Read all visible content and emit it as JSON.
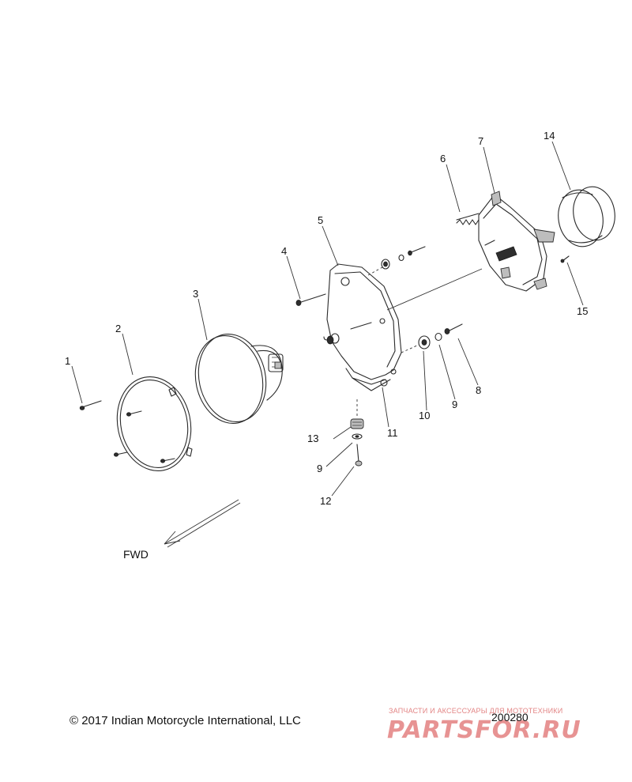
{
  "diagram": {
    "callouts": [
      {
        "id": "1",
        "label": "1"
      },
      {
        "id": "2",
        "label": "2"
      },
      {
        "id": "3",
        "label": "3"
      },
      {
        "id": "4",
        "label": "4"
      },
      {
        "id": "5",
        "label": "5"
      },
      {
        "id": "6",
        "label": "6"
      },
      {
        "id": "7",
        "label": "7"
      },
      {
        "id": "8",
        "label": "8"
      },
      {
        "id": "9a",
        "label": "9"
      },
      {
        "id": "9b",
        "label": "9"
      },
      {
        "id": "10",
        "label": "10"
      },
      {
        "id": "11",
        "label": "11"
      },
      {
        "id": "12",
        "label": "12"
      },
      {
        "id": "13",
        "label": "13"
      },
      {
        "id": "14",
        "label": "14"
      },
      {
        "id": "15",
        "label": "15"
      }
    ],
    "direction_label": "FWD"
  },
  "footer": {
    "copyright": "© 2017 Indian Motorcycle International, LLC",
    "figure_number": "200280",
    "watermark_tagline": "ЗАПЧАСТИ И АКСЕССУАРЫ ДЛЯ МОТОТЕХНИКИ",
    "watermark_brand": "PARTSFOR.RU"
  }
}
